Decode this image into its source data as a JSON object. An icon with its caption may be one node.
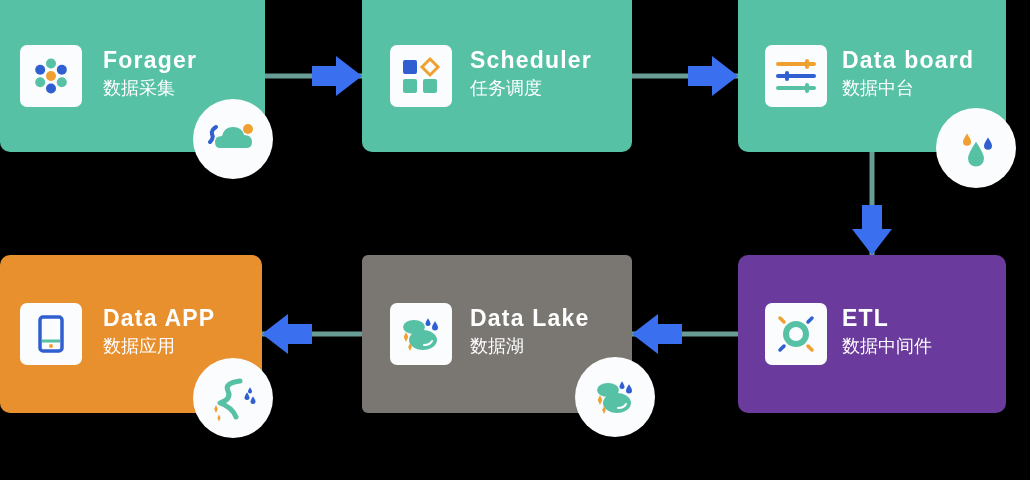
{
  "diagram": {
    "nodes": [
      {
        "text": [
          "Forager",
          "数据采集"
        ]
      },
      {
        "text": [
          "Scheduler",
          "任务调度"
        ]
      },
      {
        "text": [
          "Data board",
          "数据中台"
        ]
      },
      {
        "text": [
          "Data APP",
          "数据应用"
        ]
      },
      {
        "text": [
          "Data Lake",
          "数据湖"
        ]
      },
      {
        "text": [
          "ETL",
          "数据中间件"
        ]
      }
    ],
    "edges": [
      {
        "from": 0,
        "to": 1,
        "arrow": "to"
      },
      {
        "from": 1,
        "to": 2,
        "arrow": "to"
      },
      {
        "from": 2,
        "to": 5,
        "arrow": "to"
      },
      {
        "from": 5,
        "to": 4,
        "arrow": "to"
      },
      {
        "from": 4,
        "to": 3,
        "arrow": "to"
      }
    ]
  }
}
